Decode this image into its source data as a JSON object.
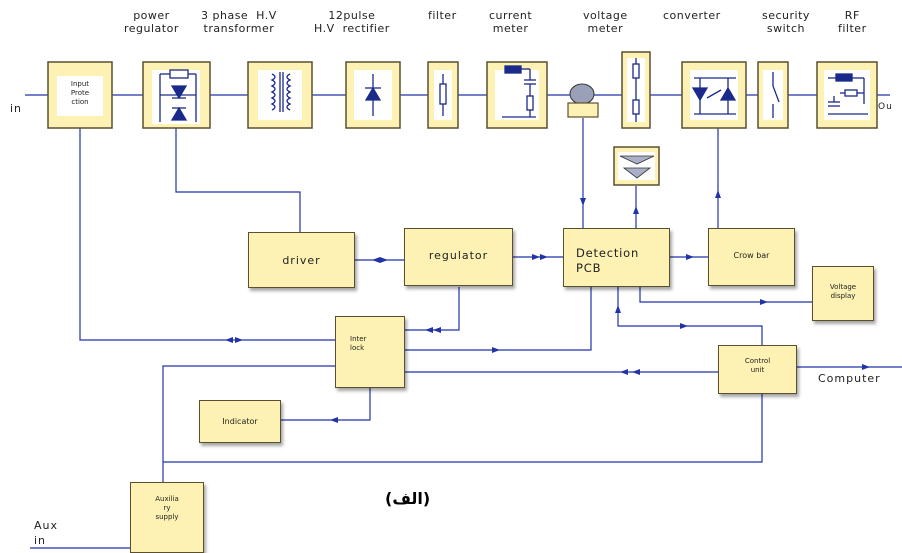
{
  "top_labels": {
    "power_regulator": "power\nregulator",
    "hv_transformer": "3 phase  H.V\ntransformer",
    "rectifier": "12pulse\nH.V  rectifier",
    "filter": "filter",
    "current_meter": "current\nmeter",
    "voltage_meter": "voltage\nmeter",
    "converter": "converter",
    "security_switch": "security\nswitch",
    "rf_filter": "RF\nfilter"
  },
  "side_labels": {
    "in": "in",
    "out": "Ou",
    "computer": "Computer",
    "aux_in": "Aux\nin"
  },
  "blocks": {
    "input_protection": "Input\nProte\nction",
    "driver": "driver",
    "regulator": "regulator",
    "detection_pcb": "Detection\nPCB",
    "crow_bar": "Crow bar",
    "voltage_display": "Voltage\ndisplay",
    "interlock": "Inter\nlock",
    "control_unit": "Control\nunit",
    "indicator": "Indicator",
    "auxiliary_supply": "Auxilia\nry\nsupply"
  },
  "caption": "(الف)",
  "colors": {
    "line": "#2233aa",
    "box_fill": "#fdf2b3",
    "box_border": "#5a5030"
  }
}
